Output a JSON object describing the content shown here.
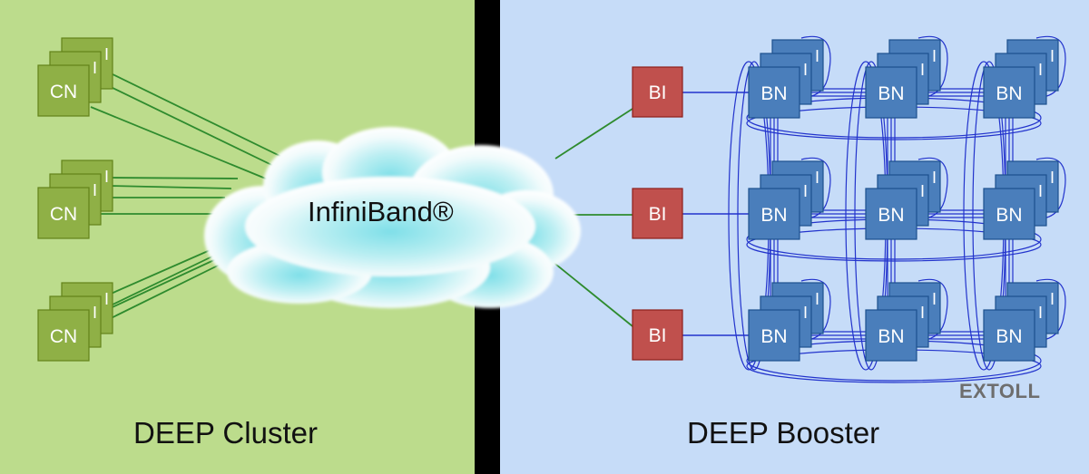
{
  "cluster": {
    "title": "DEEP Cluster",
    "node_label": "CN",
    "node_back_label": "I",
    "node_color": "#8fb046",
    "panel_color": "#bcdc8c"
  },
  "booster": {
    "title": "DEEP Booster",
    "interface_label": "BI",
    "interface_color": "#c0504d",
    "node_label": "BN",
    "node_back_label": "I",
    "node_color": "#4a7ebb",
    "panel_color": "#c6dcf8"
  },
  "network": {
    "infiniband_label": "InfiniBand®",
    "extoll_label": "EXTOLL"
  }
}
